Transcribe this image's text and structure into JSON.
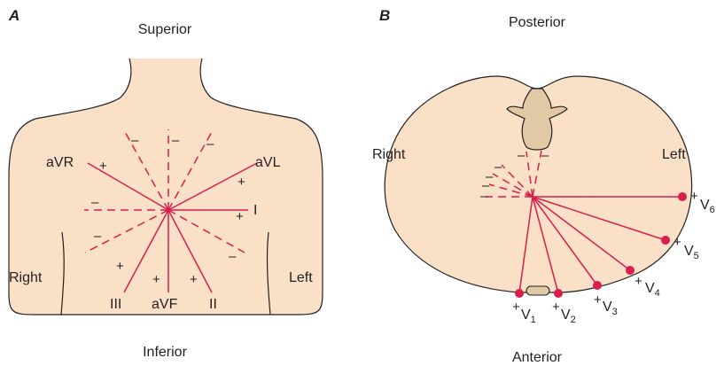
{
  "panel_a": {
    "letter": "A",
    "top_label": "Superior",
    "bottom_label": "Inferior",
    "left_label": "Right",
    "right_label": "Left",
    "leads": {
      "aVR": "aVR",
      "aVL": "aVL",
      "I": "I",
      "II": "II",
      "III": "III",
      "aVF": "aVF"
    },
    "plus_sign": "+",
    "minus_sign": "–"
  },
  "panel_b": {
    "letter": "B",
    "top_label": "Posterior",
    "bottom_label": "Anterior",
    "left_label": "Right",
    "right_label": "Left",
    "leads": [
      {
        "base": "V",
        "sub": "1"
      },
      {
        "base": "V",
        "sub": "2"
      },
      {
        "base": "V",
        "sub": "3"
      },
      {
        "base": "V",
        "sub": "4"
      },
      {
        "base": "V",
        "sub": "5"
      },
      {
        "base": "V",
        "sub": "6"
      }
    ],
    "plus_sign": "+",
    "minus_sign": "–"
  },
  "colors": {
    "lead_line": "#d81e4a",
    "skin": "#fbe0c8",
    "vertebra": "#e2c9a6",
    "outline": "#231f20"
  }
}
